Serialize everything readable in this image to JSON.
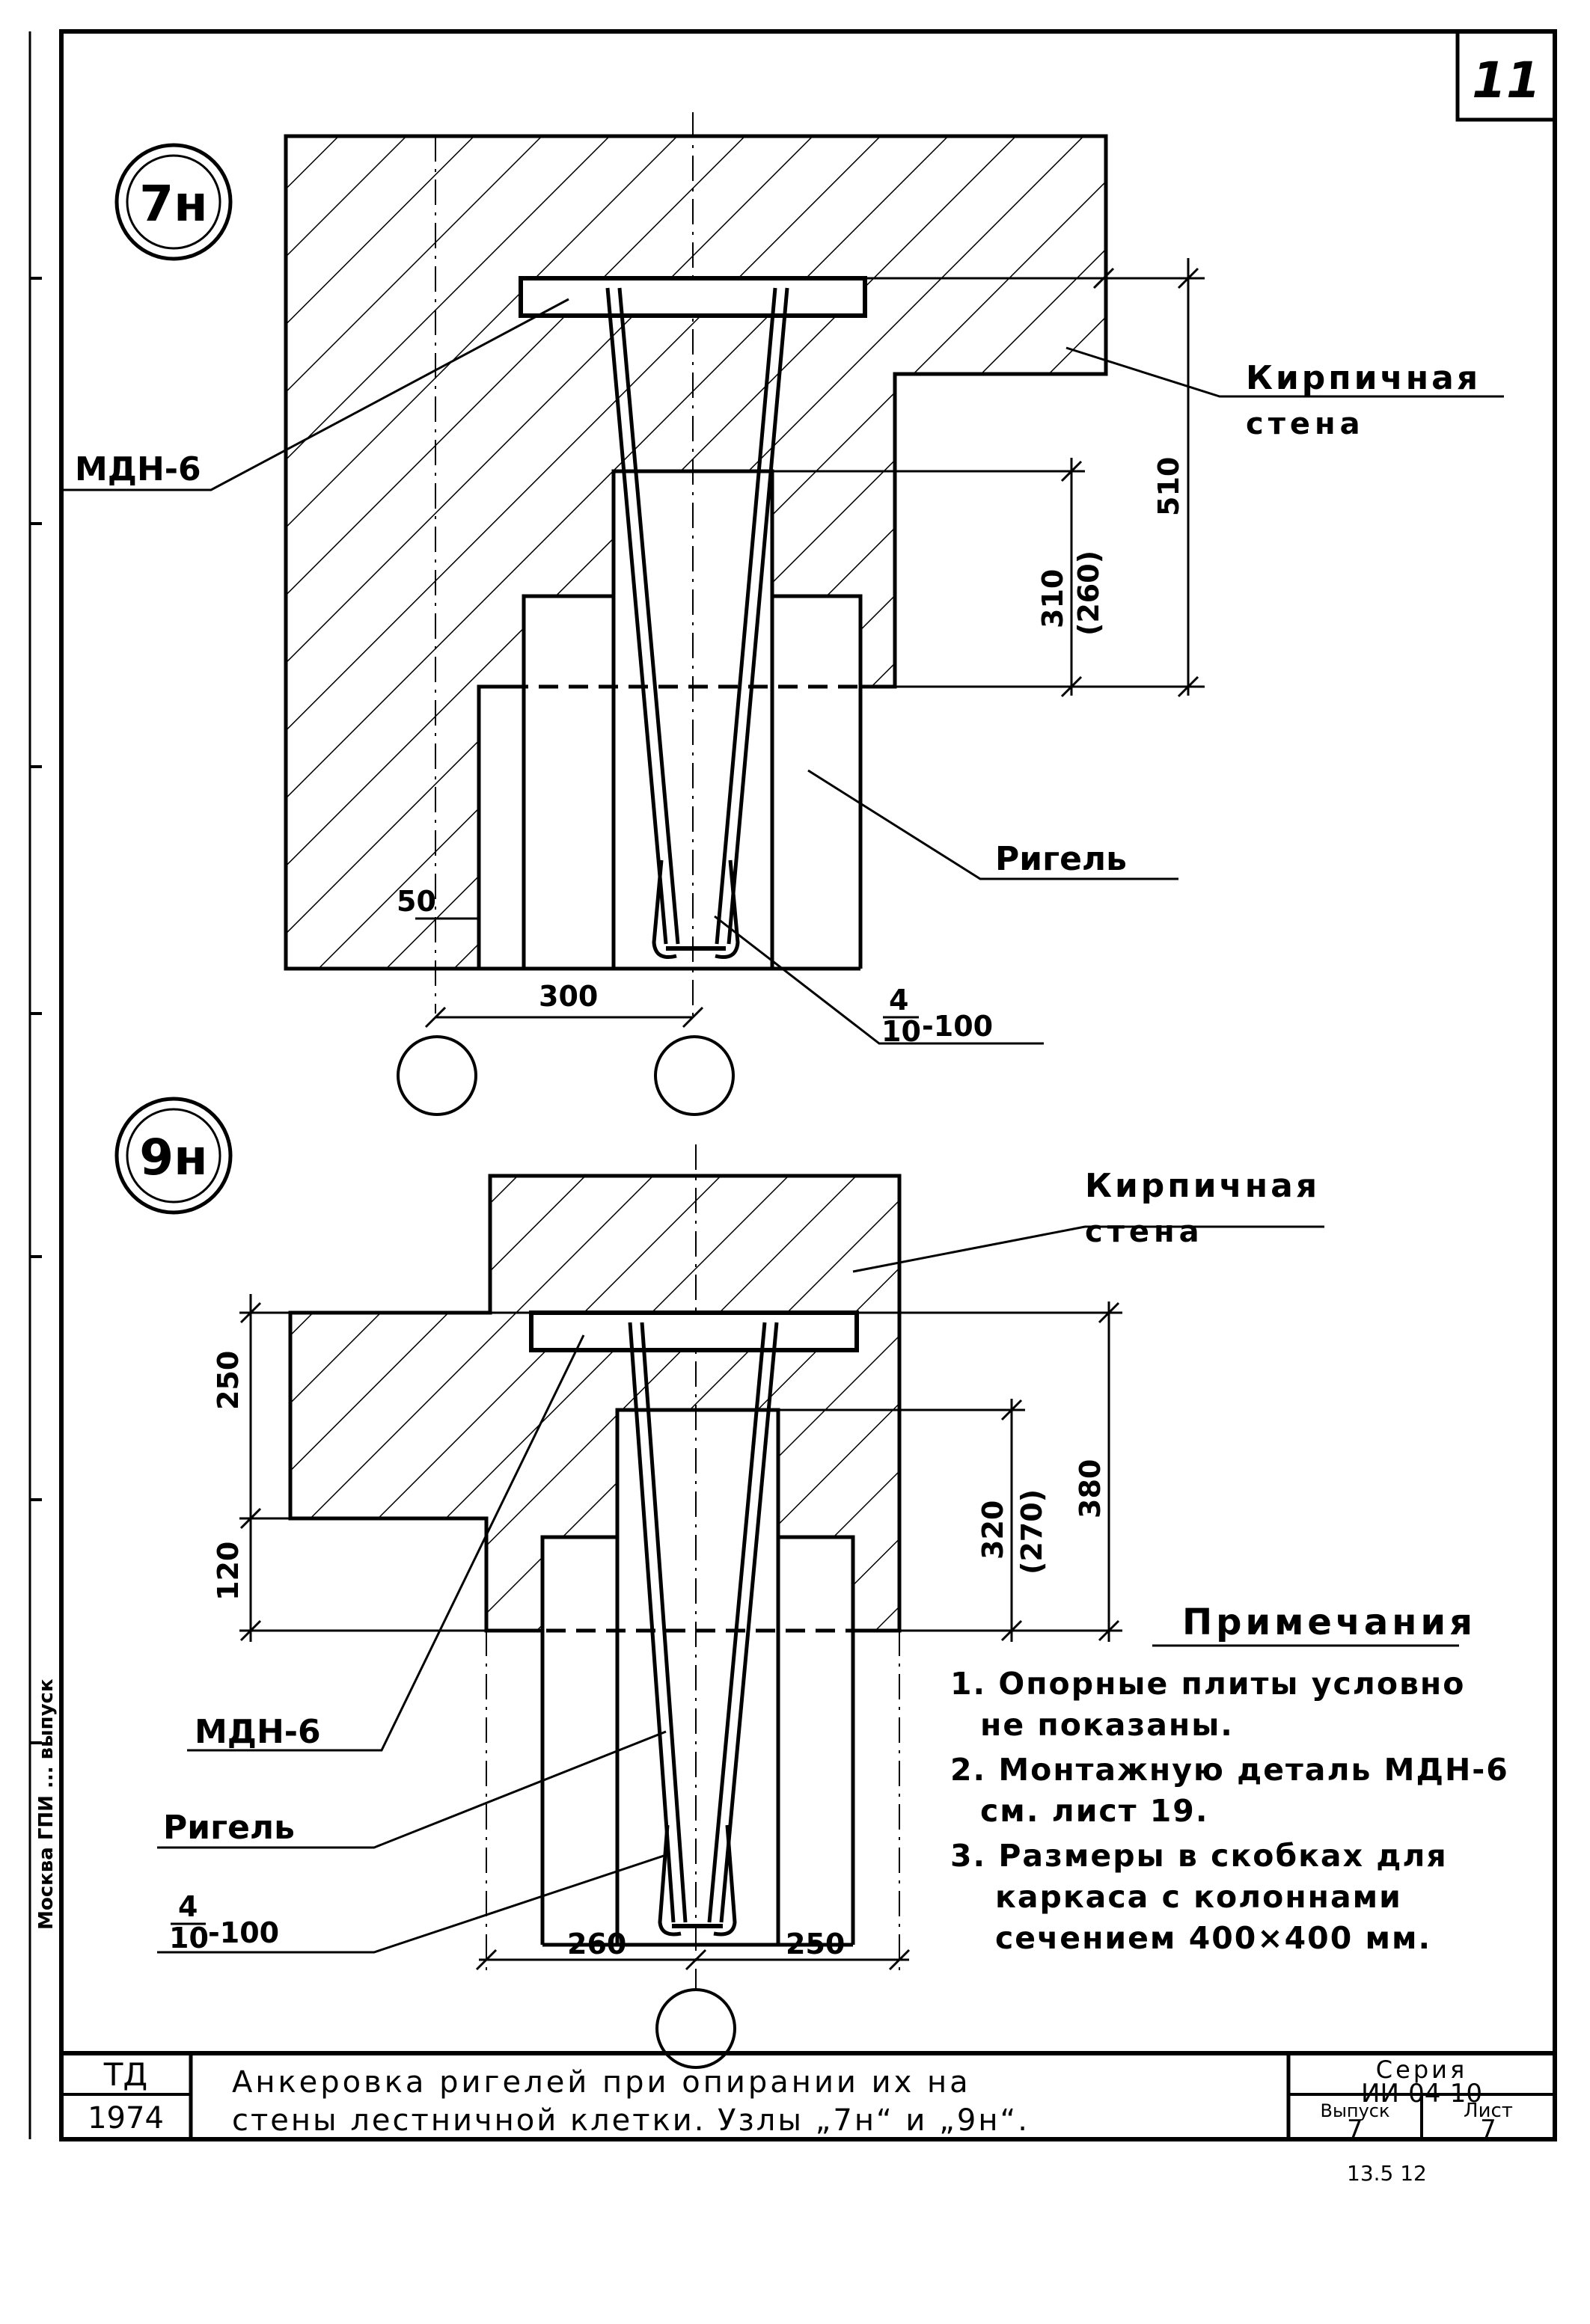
{
  "sheet_number": "11",
  "node_7": {
    "id": "7н",
    "wall_label_1": "Кирпичная",
    "wall_label_2": "стена",
    "detail_label": "МДН-6",
    "beam_label": "Ригель",
    "dim_510": "510",
    "dim_310": "310",
    "dim_260": "(260)",
    "dim_50": "50",
    "dim_300": "300",
    "rebar_num": "4",
    "rebar_den": "10",
    "rebar_suffix": "-100"
  },
  "node_9": {
    "id": "9н",
    "wall_label_1": "Кирпичная",
    "wall_label_2": "стена",
    "detail_label": "МДН-6",
    "beam_label": "Ригель",
    "dim_250_v": "250",
    "dim_120": "120",
    "dim_320": "320",
    "dim_270": "(270)",
    "dim_380": "380",
    "dim_260": "260",
    "dim_250_h": "250",
    "rebar_num": "4",
    "rebar_den": "10",
    "rebar_suffix": "-100"
  },
  "notes": {
    "title": "Примечания",
    "lines": [
      "1. Опорные плиты условно",
      "не показаны.",
      "2. Монтажную деталь МДН-6",
      "см. лист 19.",
      "3. Размеры в скобках для",
      "каркаса с колоннами",
      "сечением 400×400 мм."
    ]
  },
  "side_stamp": "Москва ГПИ ... выпуск",
  "title_block": {
    "org": "ТД",
    "year": "1974",
    "title_line1": "Анкеровка ригелей при опирании их на",
    "title_line2": "стены лестничной клетки. Узлы „7н“ и „9н“.",
    "series_label": "Серия",
    "series_value": "ИИ-04-10",
    "issue_label": "Выпуск",
    "issue_value": "7",
    "sheet_label": "Лист",
    "sheet_value": "7"
  },
  "footer_scribble": "13.5      12"
}
